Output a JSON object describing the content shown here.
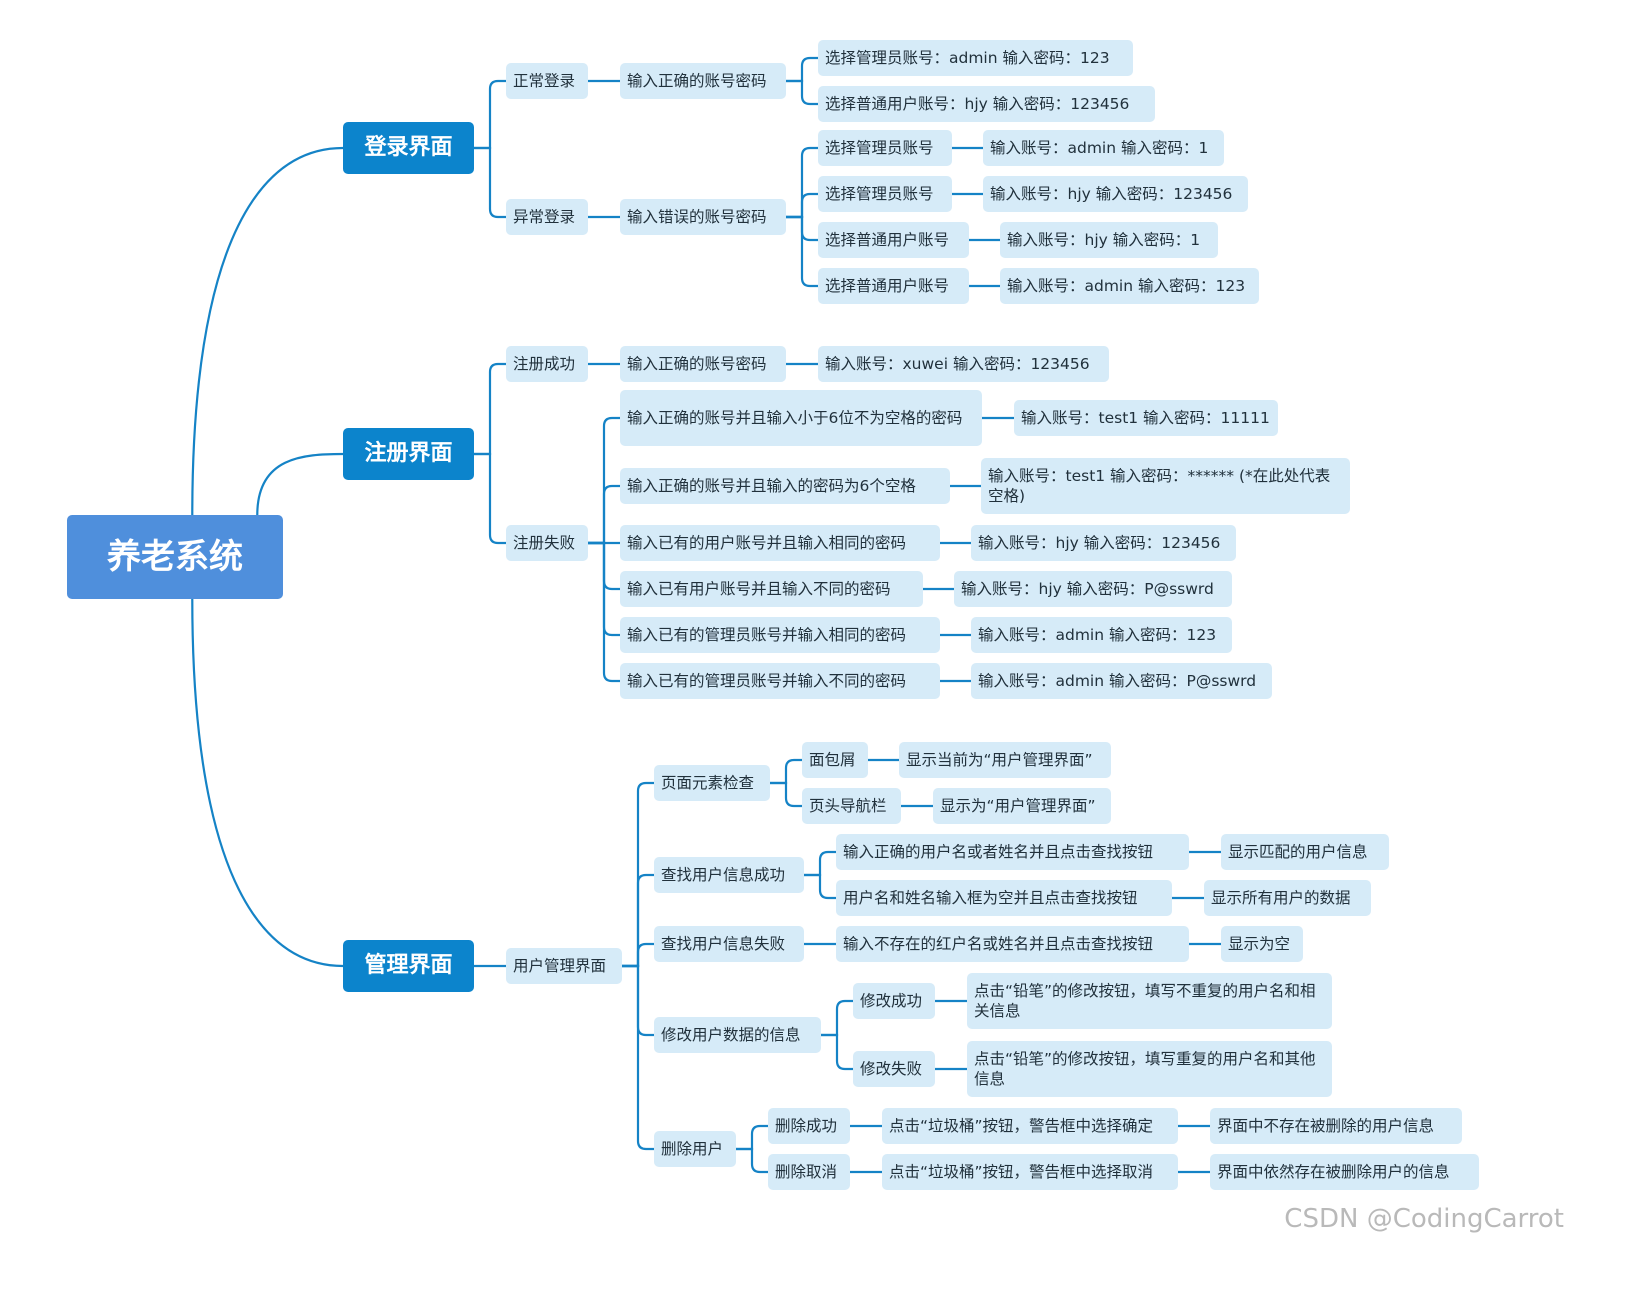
{
  "mindmap": {
    "root": "养老系统",
    "login": {
      "title": "登录界面",
      "normal": {
        "label": "正常登录",
        "input": "输入正确的账号密码",
        "cases": [
          "选择管理员账号：admin  输入密码：123",
          "选择普通用户账号：hjy  输入密码：123456"
        ]
      },
      "abnormal": {
        "label": "异常登录",
        "input": "输入错误的账号密码",
        "cases": [
          {
            "type": "选择管理员账号",
            "detail": "输入账号：admin 输入密码：1"
          },
          {
            "type": "选择管理员账号",
            "detail": "输入账号：hjy 输入密码：123456"
          },
          {
            "type": "选择普通用户账号",
            "detail": "输入账号：hjy 输入密码：1"
          },
          {
            "type": "选择普通用户账号",
            "detail": "输入账号：admin 输入密码：123"
          }
        ]
      }
    },
    "register": {
      "title": "注册界面",
      "success": {
        "label": "注册成功",
        "input": "输入正确的账号密码",
        "detail": "输入账号：xuwei  输入密码：123456"
      },
      "fail": {
        "label": "注册失败",
        "cases": [
          {
            "input": "输入正确的账号并且输入小于6位不为空格的密码",
            "detail": "输入账号：test1  输入密码：11111"
          },
          {
            "input": "输入正确的账号并且输入的密码为6个空格",
            "detail": "输入账号：test1 输入密码：******  (*在此处代表空格)"
          },
          {
            "input": "输入已有的用户账号并且输入相同的密码",
            "detail": "输入账号：hjy 输入密码：123456"
          },
          {
            "input": "输入已有用户账号并且输入不同的密码",
            "detail": "输入账号：hjy 输入密码：P@sswrd"
          },
          {
            "input": "输入已有的管理员账号并输入相同的密码",
            "detail": "输入账号：admin 输入密码：123"
          },
          {
            "input": "输入已有的管理员账号并输入不同的密码",
            "detail": "输入账号：admin 输入密码：P@sswrd"
          }
        ]
      }
    },
    "manage": {
      "title": "管理界面",
      "user_manage": "用户管理界面",
      "page_check": {
        "label": "页面元素检查",
        "items": [
          {
            "label": "面包屑",
            "result": "显示当前为“用户管理界面”"
          },
          {
            "label": "页头导航栏",
            "result": "显示为“用户管理界面”"
          }
        ]
      },
      "search_ok": {
        "label": "查找用户信息成功",
        "items": [
          {
            "label": "输入正确的用户名或者姓名并且点击查找按钮",
            "result": "显示匹配的用户信息"
          },
          {
            "label": "用户名和姓名输入框为空并且点击查找按钮",
            "result": "显示所有用户的数据"
          }
        ]
      },
      "search_fail": {
        "label": "查找用户信息失败",
        "item": "输入不存在的红户名或姓名并且点击查找按钮",
        "result": "显示为空"
      },
      "modify": {
        "label": "修改用户数据的信息",
        "items": [
          {
            "label": "修改成功",
            "detail": "点击“铅笔”的修改按钮，填写不重复的用户名和相关信息"
          },
          {
            "label": "修改失败",
            "detail": "点击“铅笔”的修改按钮，填写重复的用户名和其他信息"
          }
        ]
      },
      "delete": {
        "label": "删除用户",
        "items": [
          {
            "label": "删除成功",
            "action": "点击“垃圾桶”按钮，警告框中选择确定",
            "result": "界面中不存在被删除的用户信息"
          },
          {
            "label": "删除取消",
            "action": "点击“垃圾桶”按钮，警告框中选择取消",
            "result": "界面中依然存在被删除用户的信息"
          }
        ]
      }
    }
  },
  "watermark": "CSDN @CodingCarrot",
  "colors": {
    "root": "#4f8fdc",
    "branch": "#0c84cc",
    "node_fill": "#d6ebf8",
    "line": "#1583c6"
  }
}
